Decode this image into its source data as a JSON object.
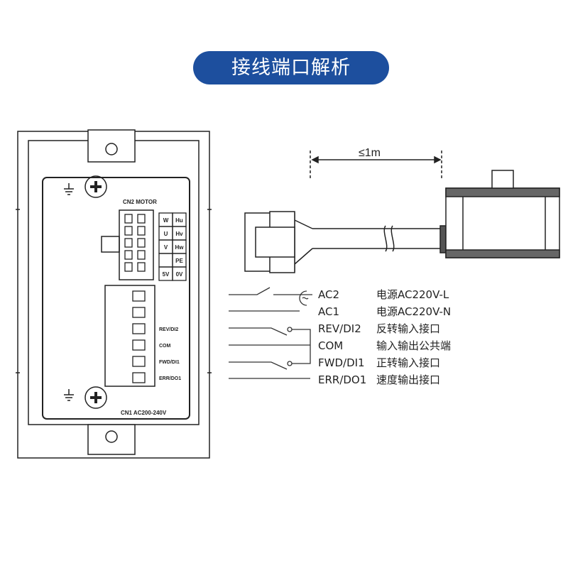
{
  "title": "接线端口解析",
  "device": {
    "cn2_label": "CN2 MOTOR",
    "cn1_label": "CN1 AC200-240V",
    "motor_pins": [
      "W",
      "Hu",
      "U",
      "Hv",
      "V",
      "Hw",
      "",
      "PE",
      "5V",
      "0V"
    ],
    "cn1_pins": [
      "REV/DI2",
      "COM",
      "FWD/DI1",
      "ERR/DO1"
    ]
  },
  "cable": {
    "length_label": "≤1m"
  },
  "wiring": [
    {
      "terminal": "AC2",
      "description": "电源AC220V-L"
    },
    {
      "terminal": "AC1",
      "description": "电源AC220V-N"
    },
    {
      "terminal": "REV/DI2",
      "description": "反转输入接口"
    },
    {
      "terminal": "COM",
      "description": "输入输出公共端"
    },
    {
      "terminal": "FWD/DI1",
      "description": "正转输入接口"
    },
    {
      "terminal": "ERR/DO1",
      "description": "速度输出接口"
    }
  ]
}
